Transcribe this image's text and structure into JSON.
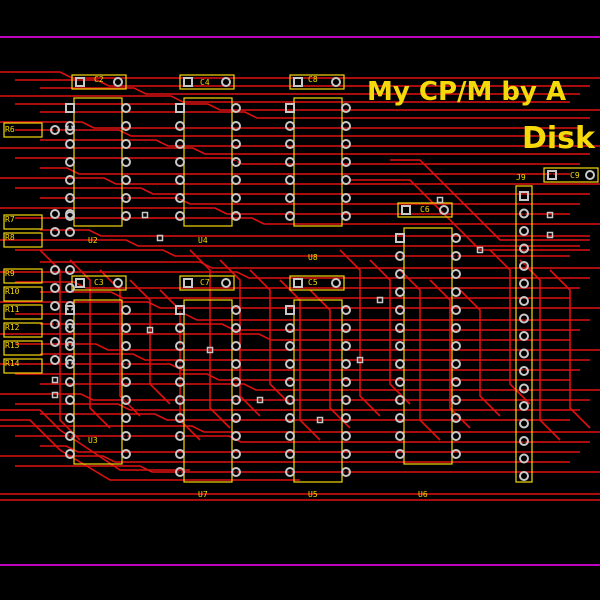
{
  "board": {
    "title_line1": "My CP/M by A",
    "title_line2": "Disk"
  },
  "chips": [
    {
      "id": "u2",
      "label": "U2"
    },
    {
      "id": "u4",
      "label": "U4"
    },
    {
      "id": "u8",
      "label": "U8"
    },
    {
      "id": "u3",
      "label": "U3"
    },
    {
      "id": "u7",
      "label": "U7"
    },
    {
      "id": "u5",
      "label": "U5"
    },
    {
      "id": "u6",
      "label": "U6"
    }
  ],
  "caps": [
    {
      "id": "c2",
      "label": "C2"
    },
    {
      "id": "c4",
      "label": "C4"
    },
    {
      "id": "c8",
      "label": "C8"
    },
    {
      "id": "c3",
      "label": "C3"
    },
    {
      "id": "c7",
      "label": "C7"
    },
    {
      "id": "c5",
      "label": "C5"
    },
    {
      "id": "c6",
      "label": "C6"
    },
    {
      "id": "c9",
      "label": "C9"
    }
  ],
  "connector": {
    "label": "J9"
  },
  "resistors": [
    "R6",
    "R7",
    "R8",
    "R9",
    "R10",
    "R11",
    "R12",
    "R13",
    "R14"
  ],
  "colors": {
    "background": "#000000",
    "trace": "#e01010",
    "silkscreen": "#f5d90a",
    "pad": "#c8c8c8",
    "outline": "#c000c0"
  }
}
